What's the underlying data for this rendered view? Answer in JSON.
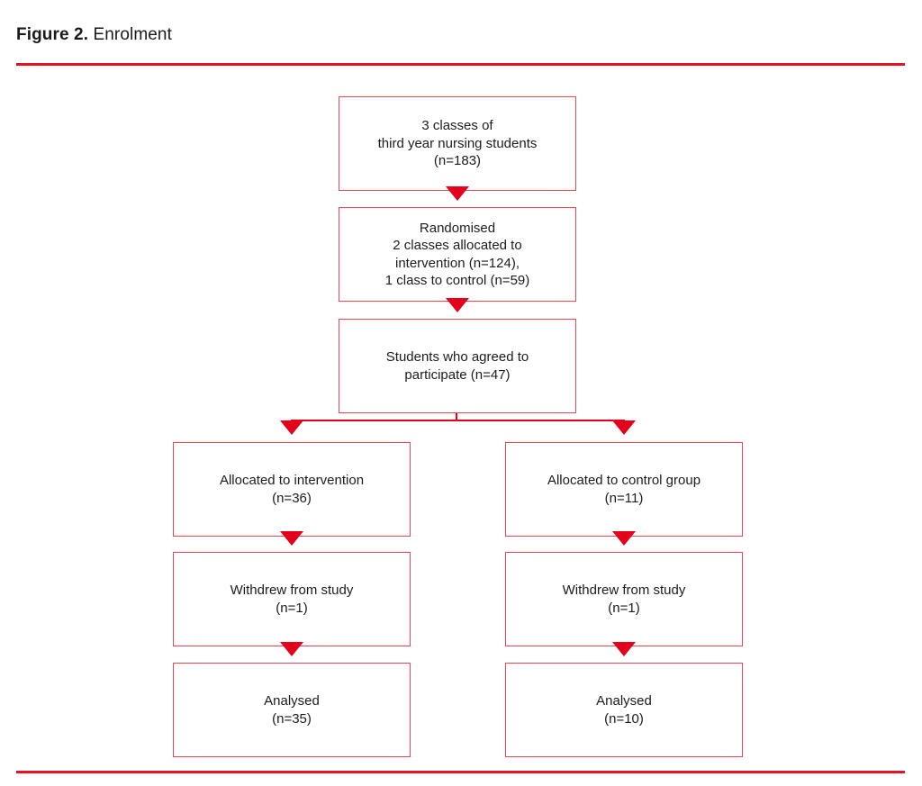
{
  "figure": {
    "label": "Figure 2.",
    "caption": "Enrolment"
  },
  "theme": {
    "rule_color": "#e8121f",
    "box_border_color": "#ef4452",
    "arrow_color": "#e2001a",
    "text_color": "#1c1c1c",
    "background": "#ffffff"
  },
  "chart_data": {
    "type": "diagram",
    "title": "Enrolment",
    "nodes": [
      {
        "id": "classes",
        "text": "3 classes of\nthird year nursing students\n(n=183)"
      },
      {
        "id": "randomised",
        "text": "Randomised\n2 classes allocated to\nintervention (n=124),\n1 class to control (n=59)"
      },
      {
        "id": "agreed",
        "text": "Students who agreed to\nparticipate (n=47)"
      },
      {
        "id": "alloc_int",
        "text": "Allocated to intervention\n(n=36)"
      },
      {
        "id": "alloc_ctl",
        "text": "Allocated to control group\n(n=11)"
      },
      {
        "id": "with_int",
        "text": "Withdrew from study\n(n=1)"
      },
      {
        "id": "with_ctl",
        "text": "Withdrew from study\n(n=1)"
      },
      {
        "id": "anal_int",
        "text": "Analysed\n(n=35)"
      },
      {
        "id": "anal_ctl",
        "text": "Analysed\n(n=10)"
      }
    ],
    "edges": [
      {
        "from": "classes",
        "to": "randomised",
        "style": "arrow"
      },
      {
        "from": "randomised",
        "to": "agreed",
        "style": "arrow"
      },
      {
        "from": "agreed",
        "to": "alloc_int",
        "style": "split-arrow"
      },
      {
        "from": "agreed",
        "to": "alloc_ctl",
        "style": "split-arrow"
      },
      {
        "from": "alloc_int",
        "to": "with_int",
        "style": "arrow"
      },
      {
        "from": "alloc_ctl",
        "to": "with_ctl",
        "style": "arrow"
      },
      {
        "from": "with_int",
        "to": "anal_int",
        "style": "arrow"
      },
      {
        "from": "with_ctl",
        "to": "anal_ctl",
        "style": "arrow"
      }
    ],
    "counts": {
      "screened_classes": 3,
      "screened_students": 183,
      "intervention_classes": 2,
      "intervention_students": 124,
      "control_classes": 1,
      "control_students": 59,
      "consented": 47,
      "allocated_intervention": 36,
      "allocated_control": 11,
      "withdrew_intervention": 1,
      "withdrew_control": 1,
      "analysed_intervention": 35,
      "analysed_control": 10
    }
  }
}
